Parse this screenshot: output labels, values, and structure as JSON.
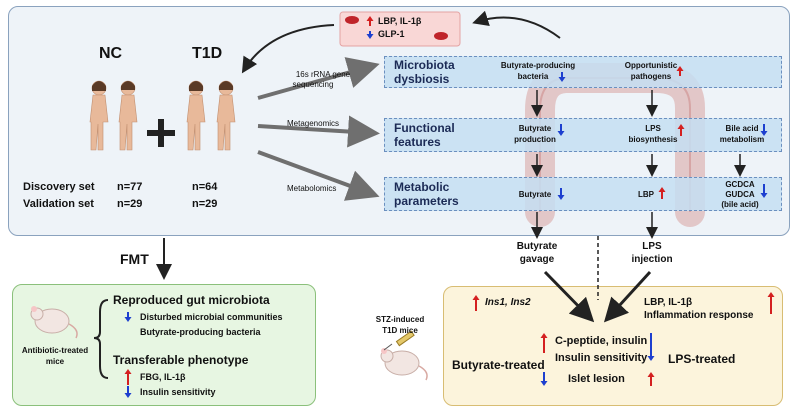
{
  "colors": {
    "up_arrow": "#d42020",
    "down_arrow": "#1d3fcf",
    "panel_top": "#eef3f8",
    "band": "#c4def2",
    "fmt_panel": "#e7f6e2",
    "stz_panel": "#fcf4dc"
  },
  "icons": [
    "blood-vessel-icon",
    "human-figure-icon",
    "plus-icon",
    "colon-icon",
    "mouse-icon",
    "syringe-icon"
  ],
  "blood": {
    "line1": "LBP, IL-1β",
    "line2": "GLP-1"
  },
  "groups": {
    "nc": "NC",
    "t1d": "T1D"
  },
  "cohort": {
    "discovery_label": "Discovery set",
    "discovery_nc": "n=77",
    "discovery_t1d": "n=64",
    "validation_label": "Validation set",
    "validation_nc": "n=29",
    "validation_t1d": "n=29"
  },
  "methods": {
    "seq_line1": "16s rRNA gene",
    "seq_line2": "sequencing",
    "metagenomics": "Metagenomics",
    "metabolomics": "Metabolomics"
  },
  "rows": {
    "dysbiosis_line1": "Microbiota",
    "dysbiosis_line2": "dysbiosis",
    "functional_line1": "Functional",
    "functional_line2": "features",
    "metabolic_line1": "Metabolic",
    "metabolic_line2": "parameters"
  },
  "dysbiosis": {
    "butyrate_line1": "Butyrate-producing",
    "butyrate_line2": "bacteria",
    "opportunistic_line1": "Opportunistic",
    "opportunistic_line2": "pathogens"
  },
  "functional": {
    "butyrate_line1": "Butyrate",
    "butyrate_line2": "production",
    "lps_line1": "LPS",
    "lps_line2": "biosynthesis",
    "bile_line1": "Bile acid",
    "bile_line2": "metabolism"
  },
  "metabolic": {
    "butyrate": "Butyrate",
    "lbp": "LBP",
    "gcdca": "GCDCA",
    "gudca": "GUDCA",
    "bile_acid": "(bile acid)"
  },
  "interventions": {
    "butyrate_line1": "Butyrate",
    "butyrate_line2": "gavage",
    "lps_line1": "LPS",
    "lps_line2": "injection"
  },
  "fmt": {
    "label": "FMT",
    "mice_line1": "Antibiotic-treated",
    "mice_line2": "mice",
    "reproduced": "Reproduced  gut microbiota",
    "disturbed": "Disturbed microbial communities",
    "butyrate_bacteria": "Butyrate-producing bacteria",
    "transferable": "Transferable phenotype",
    "fbg": "FBG,  IL-1β",
    "insulin": "Insulin sensitivity"
  },
  "stz": {
    "mice_line1": "STZ-induced",
    "mice_line2": "T1D mice",
    "ins": "Ins1, Ins2",
    "lbp_il": "LBP, IL-1β",
    "inflammation": "Inflammation response",
    "cpeptide": "C-peptide, insulin",
    "insulin_sens": "Insulin sensitivity",
    "islet": "Islet lesion",
    "butyrate_treated": "Butyrate-treated",
    "lps_treated": "LPS-treated"
  }
}
